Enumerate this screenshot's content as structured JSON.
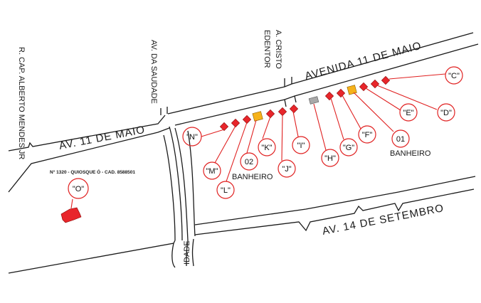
{
  "streets": {
    "avenida_11_de_maio": "AVENIDA 11 DE MAIO",
    "av_11_de_maio": "AV. 11 DE MAIO",
    "av_14_de_setembro": "AV. 14 DE SETEMBRO",
    "r_cap_alberto_mendes": "R. CAP. ALBERTO MENDES JR",
    "av_da_saudade": "AV. DA SAUDADE",
    "a_cristo": "A. CRISTO",
    "redentor": "EDENTOR",
    "idade": "IDADE"
  },
  "note": "N° 1320 - QUIOSQUE Ó - CAD. 8588501",
  "kiosks": [
    {
      "label": "\"C\"",
      "color": "#e8262b"
    },
    {
      "label": "\"D\"",
      "color": "#e8262b"
    },
    {
      "label": "\"E\"",
      "color": "#e8262b"
    },
    {
      "label": "01",
      "color": "#f6b21a"
    },
    {
      "label": "\"F\"",
      "color": "#e8262b"
    },
    {
      "label": "\"G\"",
      "color": "#e8262b"
    },
    {
      "label": "\"H\"",
      "color": "#a9a9a9"
    },
    {
      "label": "\"I\"",
      "color": "#e8262b"
    },
    {
      "label": "\"J\"",
      "color": "#e8262b"
    },
    {
      "label": "\"K\"",
      "color": "#e8262b"
    },
    {
      "label": "02",
      "color": "#f6b21a"
    },
    {
      "label": "\"L\"",
      "color": "#e8262b"
    },
    {
      "label": "\"M\"",
      "color": "#e8262b"
    },
    {
      "label": "\"N\"",
      "color": "#e8262b"
    },
    {
      "label": "\"O\"",
      "color": "#e8262b"
    }
  ],
  "banheiro_labels": [
    "BANHEIRO",
    "BANHEIRO"
  ]
}
